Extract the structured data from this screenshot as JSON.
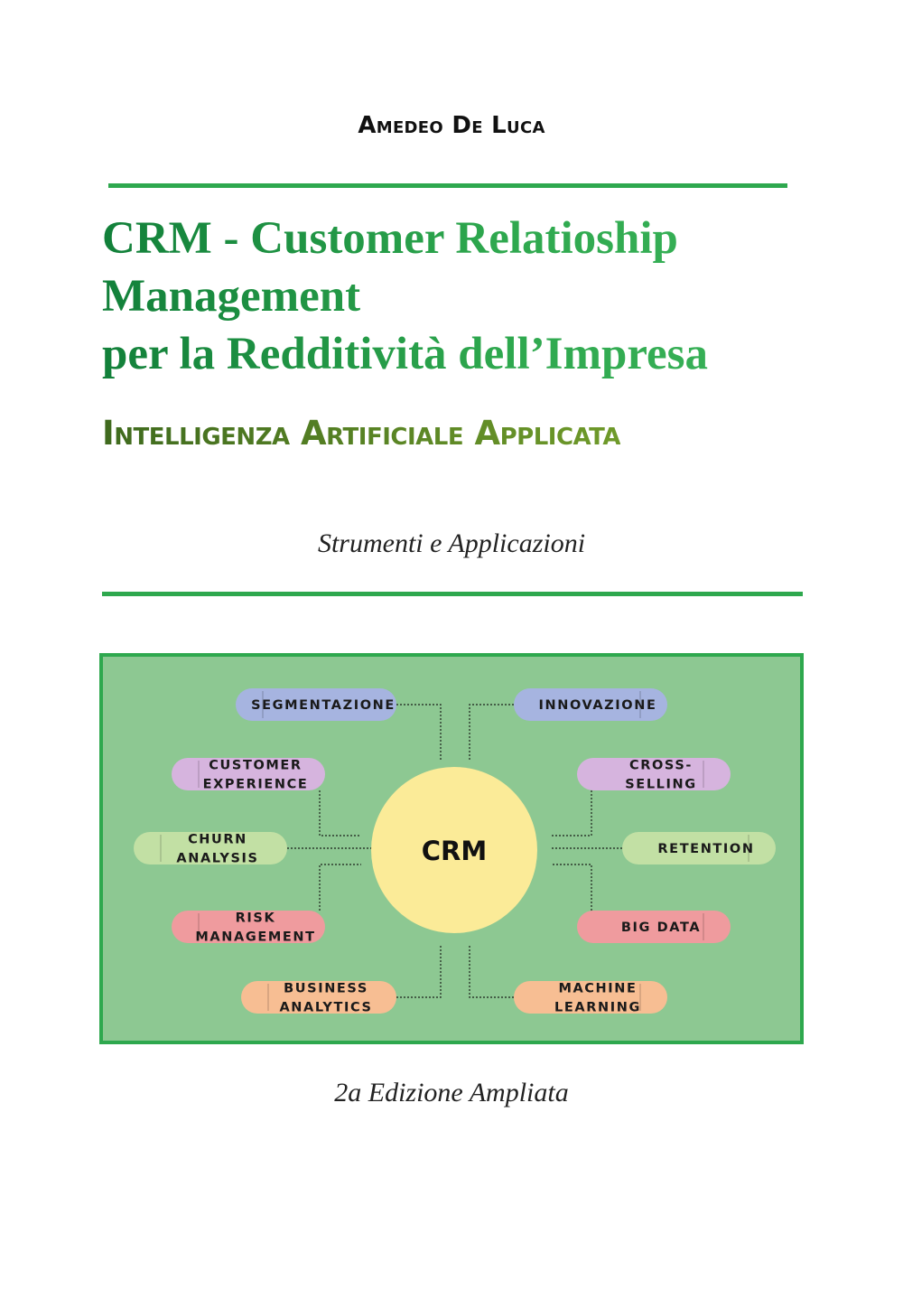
{
  "cover": {
    "author": "Amedeo De Luca",
    "title_lines": [
      "CRM - Customer Relatioship",
      "Management",
      "per la Redditività dell’Impresa"
    ],
    "subtitle": "Intelligenza Artificiale Applicata",
    "tagline": "Strumenti e Applicazioni",
    "edition": "2a Edizione Ampliata"
  },
  "diagram": {
    "center": "CRM",
    "colors": {
      "panel_fill": "#8dc892",
      "panel_border": "#2ea84e",
      "center_fill": "#fbeb98",
      "blue": "#a6b4e0",
      "purple": "#d6b4de",
      "lightgreen": "#c2e0a4",
      "red": "#ef9b9e",
      "orange": "#f7be93"
    },
    "nodes": [
      {
        "id": "segmentazione",
        "lines": [
          "SEGMENTAZIONE"
        ],
        "color": "blue"
      },
      {
        "id": "customer-experience",
        "lines": [
          "CUSTOMER",
          "EXPERIENCE"
        ],
        "color": "purple"
      },
      {
        "id": "churn-analysis",
        "lines": [
          "CHURN",
          "ANALYSIS"
        ],
        "color": "lightgreen"
      },
      {
        "id": "risk-management",
        "lines": [
          "RISK",
          "MANAGEMENT"
        ],
        "color": "red"
      },
      {
        "id": "business-analytics",
        "lines": [
          "BUSINESS",
          "ANALYTICS"
        ],
        "color": "orange"
      },
      {
        "id": "innovazione",
        "lines": [
          "INNOVAZIONE"
        ],
        "color": "blue"
      },
      {
        "id": "cross-selling",
        "lines": [
          "CROSS-",
          "SELLING"
        ],
        "color": "purple"
      },
      {
        "id": "retention",
        "lines": [
          "RETENTION"
        ],
        "color": "lightgreen"
      },
      {
        "id": "big-data",
        "lines": [
          "BIG DATA"
        ],
        "color": "red"
      },
      {
        "id": "machine-learning",
        "lines": [
          "MACHINE",
          "LEARNING"
        ],
        "color": "orange"
      }
    ]
  }
}
